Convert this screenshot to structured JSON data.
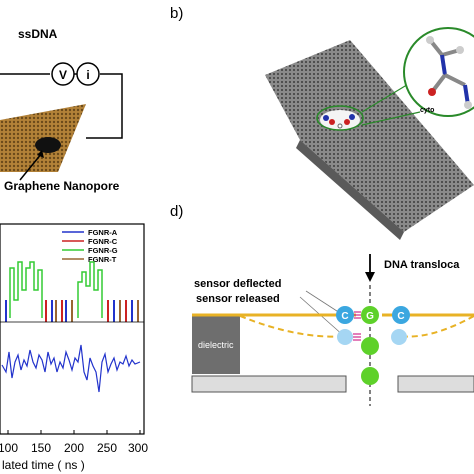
{
  "panel_a": {
    "title": "ssDNA",
    "meter_v": "V",
    "meter_i": "i",
    "pore_label": "Graphene Nanopore"
  },
  "panel_b": {
    "label": "b)",
    "zoom_text": "cyto"
  },
  "panel_c": {
    "legend": [
      {
        "name": "FGNR-A",
        "color": "#2233cc"
      },
      {
        "name": "FGNR-C",
        "color": "#cc2222"
      },
      {
        "name": "FGNR-G",
        "color": "#33cc33"
      },
      {
        "name": "FGNR-T",
        "color": "#996633"
      }
    ],
    "x_ticks": [
      "100",
      "150",
      "200",
      "250",
      "300"
    ],
    "x_label": "lated time ( ns )"
  },
  "panel_d": {
    "label": "d)",
    "translocation": "DNA transloca",
    "deflected": "sensor deflected",
    "released": "sensor released",
    "dielectric": "dielectric",
    "base_c": "C",
    "base_g": "G",
    "base_c2": "C"
  }
}
